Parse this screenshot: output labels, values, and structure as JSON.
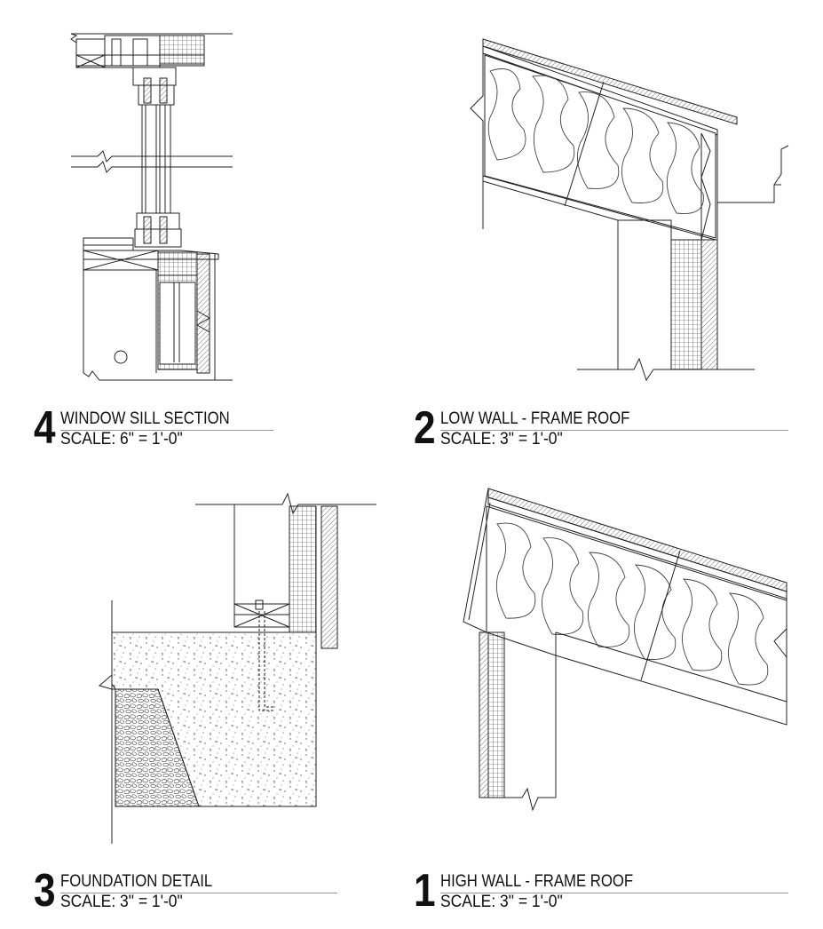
{
  "details": [
    {
      "number": "4",
      "name": "WINDOW SILL SECTION",
      "scale": "SCALE:  6\" = 1'-0\""
    },
    {
      "number": "2",
      "name": "LOW WALL -  FRAME ROOF",
      "scale": "SCALE:  3\" = 1'-0\""
    },
    {
      "number": "3",
      "name": "FOUNDATION DETAIL",
      "scale": "SCALE:  3\" = 1'-0\""
    },
    {
      "number": "1",
      "name": "HIGH WALL -  FRAME ROOF",
      "scale": "SCALE:  3\" = 1'-0\""
    }
  ],
  "colors": {
    "line": "#222222",
    "hatch": "#555555",
    "paper": "#ffffff"
  }
}
